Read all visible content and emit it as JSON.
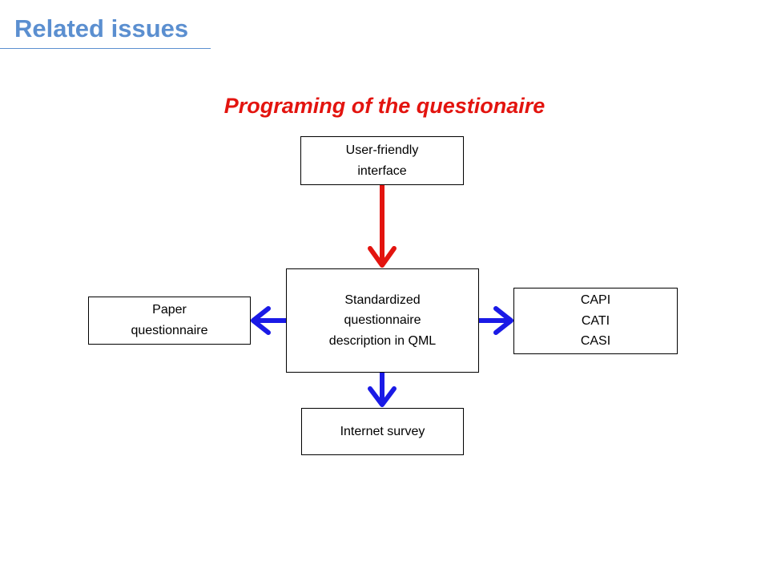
{
  "header": {
    "title": "Related issues",
    "color": "#5b8fd0"
  },
  "diagram": {
    "title": "Programing of the questionaire",
    "title_color": "#e3140f",
    "nodes": {
      "user_friendly": "User-friendly\ninterface",
      "qml": "Standardized\nquestionnaire\ndescription in QML",
      "paper": "Paper\nquestionnaire",
      "capi": "CAPI\nCATI\nCASI",
      "internet": "Internet survey"
    },
    "edges": [
      {
        "from": "user_friendly",
        "to": "qml",
        "color": "#e3140f"
      },
      {
        "from": "qml",
        "to": "paper",
        "color": "#1a1ae6"
      },
      {
        "from": "qml",
        "to": "capi",
        "color": "#1a1ae6"
      },
      {
        "from": "qml",
        "to": "internet",
        "color": "#1a1ae6"
      }
    ]
  }
}
